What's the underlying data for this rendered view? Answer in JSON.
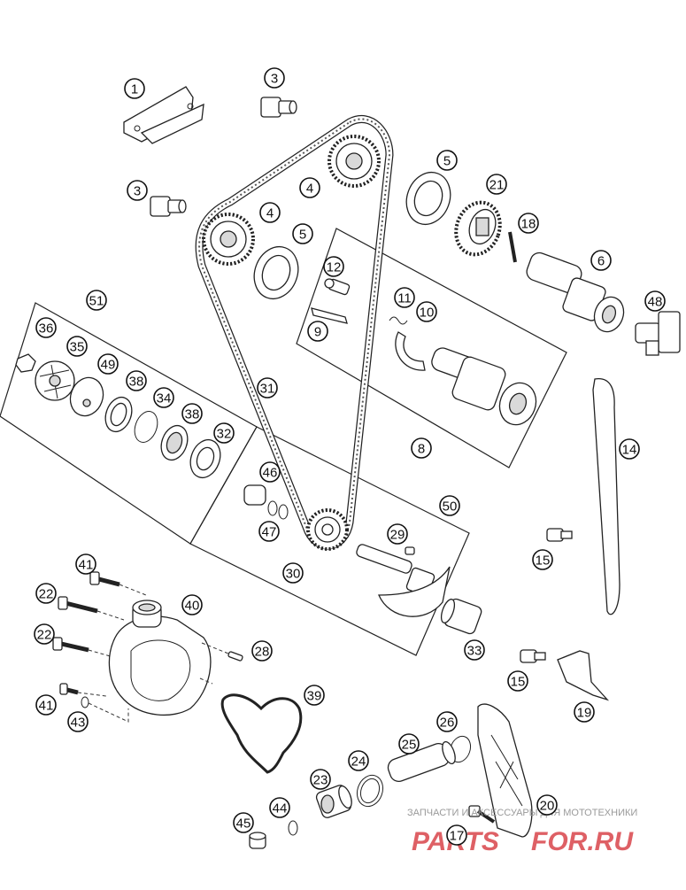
{
  "diagram": {
    "callouts": [
      "1",
      "3",
      "3",
      "4",
      "4",
      "5",
      "5",
      "21",
      "18",
      "6",
      "48",
      "12",
      "11",
      "10",
      "9",
      "8",
      "14",
      "51",
      "36",
      "35",
      "49",
      "38",
      "34",
      "38",
      "32",
      "31",
      "46",
      "47",
      "30",
      "29",
      "50",
      "15",
      "41",
      "40",
      "22",
      "22",
      "28",
      "33",
      "15",
      "19",
      "41",
      "43",
      "39",
      "26",
      "25",
      "24",
      "23",
      "44",
      "45",
      "17",
      "20"
    ]
  },
  "watermark": {
    "tagline": "ЗАПЧАСТИ И АКСЕССУАРЫ ДЛЯ МОТОТЕХНИКИ",
    "brand_left": "PARTS",
    "brand_right": "FOR.RU",
    "brand_left_color": "#d9454b",
    "brand_right_color": "#d9454b"
  }
}
